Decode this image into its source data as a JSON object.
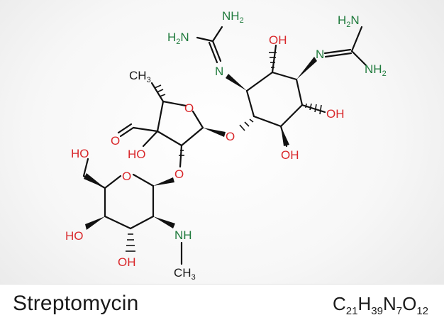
{
  "compound": {
    "name": "Streptomycin",
    "formula": [
      {
        "el": "C",
        "n": "21"
      },
      {
        "el": "H",
        "n": "39"
      },
      {
        "el": "N",
        "n": "7"
      },
      {
        "el": "O",
        "n": "12"
      }
    ]
  },
  "atom_labels": {
    "nh2_top_left": "NH",
    "nh2_top_left_sub": "2",
    "h2n_left": "H",
    "h2n_left_sub": "2",
    "h2n_left_n": "N",
    "n_left": "N",
    "oh_ring_top": "OH",
    "h2n_right": "H",
    "h2n_right_sub": "2",
    "h2n_right_n": "N",
    "n_right": "N",
    "nh2_right": "NH",
    "nh2_right_sub": "2",
    "ch3_top": "CH",
    "ch3_top_sub": "3",
    "o_furanose": "O",
    "o_link_right": "O",
    "oh_ring_right": "OH",
    "oh_ring_bottom": "OH",
    "o_aldehyde": "O",
    "ho_furanose": "HO",
    "o_link_lower": "O",
    "ho_ch2": "HO",
    "o_pyranose": "O",
    "ho_pyranose": "HO",
    "nh": "NH",
    "oh_pyranose_bottom": "OH",
    "ch3_nmethyl": "CH",
    "ch3_nmethyl_sub": "3"
  },
  "colors": {
    "oxygen": "#d9282b",
    "nitrogen": "#1f7a3c",
    "carbon_bond": "#111111",
    "text": "#1a1a1a"
  }
}
